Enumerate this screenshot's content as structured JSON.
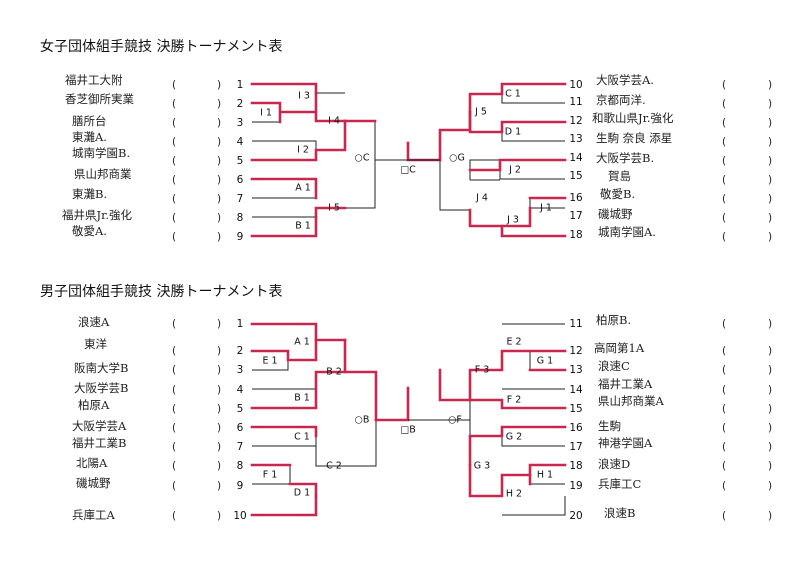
{
  "women": {
    "title": "女子団体組手競技 決勝トーナメント表",
    "left_entries": [
      {
        "num": "1",
        "team": "福井工大附"
      },
      {
        "num": "2",
        "team": "香芝御所実業"
      },
      {
        "num": "3",
        "team": "膳所台"
      },
      {
        "num": "4",
        "team": "東灘A."
      },
      {
        "num": "5",
        "team": "城南学園B."
      },
      {
        "num": "6",
        "team": "県山邦商業"
      },
      {
        "num": "7",
        "team": "東灘B."
      },
      {
        "num": "8",
        "team": "福井県Jr.強化"
      },
      {
        "num": "9",
        "team": "敬愛A."
      }
    ],
    "right_entries": [
      {
        "num": "10",
        "team": "大阪学芸A."
      },
      {
        "num": "11",
        "team": "京都両洋."
      },
      {
        "num": "12",
        "team": "和歌山県Jr.強化"
      },
      {
        "num": "13",
        "team": "生駒 奈良 添星"
      },
      {
        "num": "14",
        "team": "大阪学芸B."
      },
      {
        "num": "15",
        "team": "賀島"
      },
      {
        "num": "16",
        "team": "敬愛B."
      },
      {
        "num": "17",
        "team": "磯城野"
      },
      {
        "num": "18",
        "team": "城南学園A."
      }
    ],
    "labels": {
      "I1": "I 1",
      "I2": "I 2",
      "I3": "I 3",
      "I4": "I 4",
      "I5": "I 5",
      "A1": "A 1",
      "B1": "B 1",
      "OC": "○C",
      "C": "□C",
      "OG": "○G",
      "C1": "C 1",
      "D1": "D 1",
      "J1": "J 1",
      "J2": "J 2",
      "J3": "J 3",
      "J4": "J 4",
      "J5": "J 5"
    }
  },
  "men": {
    "title": "男子団体組手競技 決勝トーナメント表",
    "left_entries": [
      {
        "num": "1",
        "team": "浪速A"
      },
      {
        "num": "2",
        "team": "東洋"
      },
      {
        "num": "3",
        "team": "阪南大学B"
      },
      {
        "num": "4",
        "team": "大阪学芸B"
      },
      {
        "num": "5",
        "team": "柏原A"
      },
      {
        "num": "6",
        "team": "大阪学芸A"
      },
      {
        "num": "7",
        "team": "福井工業B"
      },
      {
        "num": "8",
        "team": "北陽A"
      },
      {
        "num": "9",
        "team": "磯城野"
      },
      {
        "num": "10",
        "team": "兵庫工A"
      }
    ],
    "right_entries": [
      {
        "num": "11",
        "team": "柏原B."
      },
      {
        "num": "12",
        "team": "高岡第1A"
      },
      {
        "num": "13",
        "team": "浪速C"
      },
      {
        "num": "14",
        "team": "福井工業A"
      },
      {
        "num": "15",
        "team": "県山邦商業A"
      },
      {
        "num": "16",
        "team": "生駒"
      },
      {
        "num": "17",
        "team": "神港学園A"
      },
      {
        "num": "18",
        "team": "浪速D"
      },
      {
        "num": "19",
        "team": "兵庫工C"
      },
      {
        "num": "20",
        "team": "浪速B"
      }
    ],
    "labels": {
      "A1": "A 1",
      "B1": "B 1",
      "B2": "B 2",
      "C1": "C 1",
      "C2": "C 2",
      "D1": "D 1",
      "E1": "E 1",
      "F1": "F 1",
      "OB": "○B",
      "B": "□B",
      "OF": "○F",
      "E2": "E 2",
      "F2": "F 2",
      "F3": "F 3",
      "G1": "G 1",
      "G2": "G 2",
      "G3": "G 3",
      "H1": "H 1",
      "H2": "H 2"
    }
  },
  "paren_open": "(",
  "paren_close": ")",
  "colors": {
    "winner_line": "#c8284e",
    "bracket_line": "#222222"
  }
}
